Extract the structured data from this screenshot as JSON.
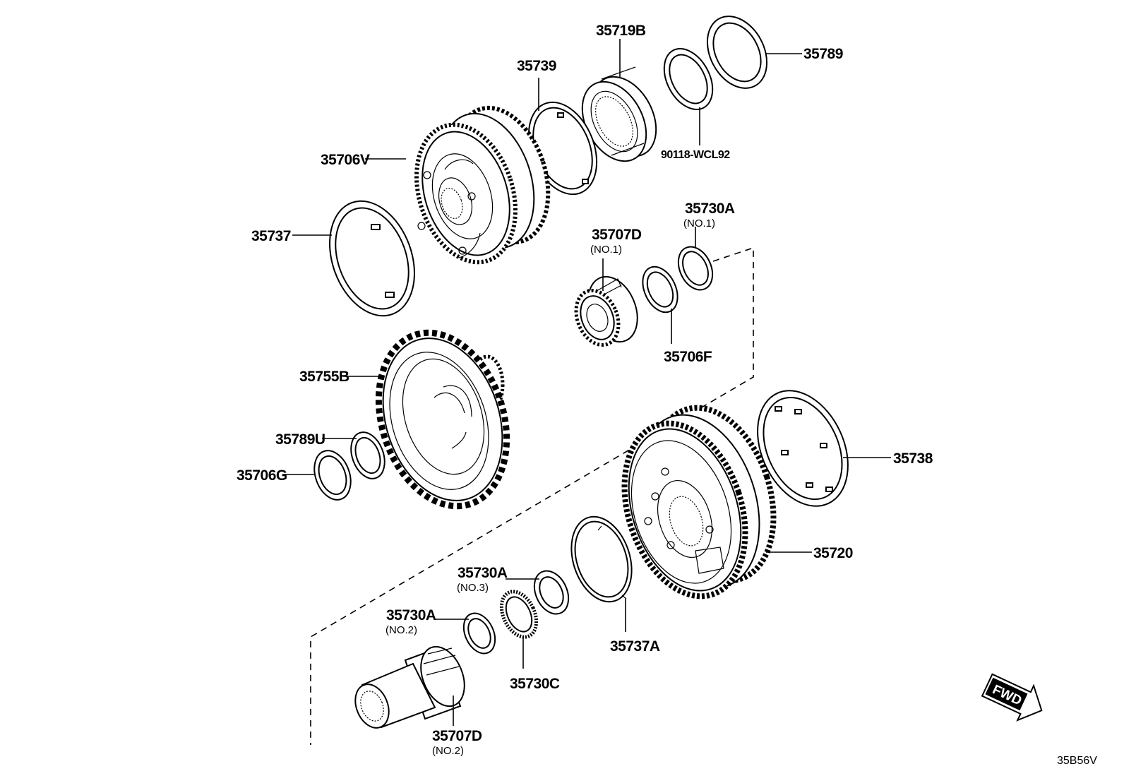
{
  "diagram": {
    "code": "35B56V",
    "fwd_label": "FWD",
    "labels": {
      "p35719B": "35719B",
      "p35789": "35789",
      "p35739": "35739",
      "p90118": "90118-WCL92",
      "p35706V": "35706V",
      "p35737": "35737",
      "p35730A_1": "35730A",
      "p35730A_1_sub": "(NO.1)",
      "p35707D_1": "35707D",
      "p35707D_1_sub": "(NO.1)",
      "p35706F": "35706F",
      "p35755B": "35755B",
      "p35789U": "35789U",
      "p35706G": "35706G",
      "p35738": "35738",
      "p35720": "35720",
      "p35730A_3": "35730A",
      "p35730A_3_sub": "(NO.3)",
      "p35730A_2": "35730A",
      "p35730A_2_sub": "(NO.2)",
      "p35737A": "35737A",
      "p35730C": "35730C",
      "p35707D_2": "35707D",
      "p35707D_2_sub": "(NO.2)"
    }
  }
}
